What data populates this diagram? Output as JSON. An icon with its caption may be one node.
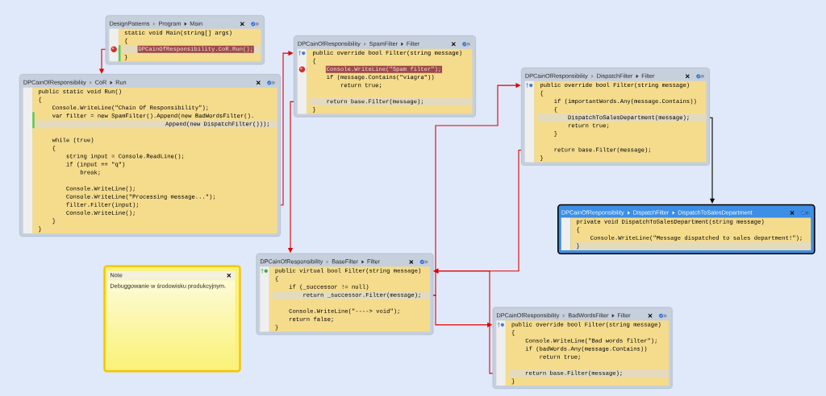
{
  "diagram": {
    "nodes": [
      {
        "text": [
          "DesignPatterns",
          "Program",
          "Main",
          "static void Main(string[] args)",
          "{",
          "DPCainOfResponsibility.CoR.Run();",
          "}"
        ]
      },
      {
        "text": [
          "DPCainOfResponsibility",
          "CoR",
          "Run",
          "public static void Run()",
          "{",
          "Console.WriteLine(\"Chain Of Responsibility\");",
          "var filter = new SpamFilter().Append(new BadWordsFilter().",
          "Append(new DispatchFilter()));",
          "while (true)",
          "{",
          "string input = Console.ReadLine();",
          "if (input == \"q\")",
          "break;",
          "Console.WriteLine();",
          "Console.WriteLine(\"Processing message...\");",
          "filter.Filter(input);",
          "Console.WriteLine();",
          "}",
          "}"
        ]
      },
      {
        "text": [
          "DPCainOfResponsibility",
          "SpamFilter",
          "Filter",
          "public override bool Filter(string message)",
          "{",
          "Console.WriteLine(\"Spam filter\");",
          "if (message.Contains(\"viagra\"))",
          "return true;",
          "return base.Filter(message);",
          "}"
        ]
      },
      {
        "text": [
          "DPCainOfResponsibility",
          "DispatchFilter",
          "Filter",
          "public override bool Filter(string message)",
          "{",
          "if (importantWords.Any(message.Contains))",
          "{",
          "DispatchToSalesDepartment(message);",
          "return true;",
          "}",
          "return base.Filter(message);",
          "}"
        ]
      },
      {
        "text": [
          "DPCainOfResponsibility",
          "DispatchFilter",
          "DispatchToSalesDepartment",
          "private void DispatchToSalesDepartment(string message)",
          "{",
          "Console.WriteLine(\"Message dispatched to sales department!\");",
          "}"
        ]
      },
      {
        "text": [
          "Note",
          "Debuggowanie w środowisku produkcyjnym."
        ]
      },
      {
        "text": [
          "DPCainOfResponsibility",
          "BaseFilter",
          "Filter",
          "public virtual bool Filter(string message)",
          "{",
          "if (_successor != null)",
          "return _successor.Filter(message);",
          "Console.WriteLine(\"----> void\");",
          "return false;",
          "}"
        ]
      },
      {
        "text": [
          "DPCainOfResponsibility",
          "BadWordsFilter",
          "Filter",
          "public override bool Filter(string message)",
          "{",
          "Console.WriteLine(\"Bad words filter\");",
          "if (badWords.Any(message.Contains))",
          "return true;",
          "return base.Filter(message);",
          "}"
        ]
      }
    ],
    "edges": [
      {
        "from": 0,
        "to": 1,
        "arrow": "to"
      },
      {
        "from": 1,
        "to": 2,
        "arrow": "to"
      },
      {
        "from": 2,
        "to": 6,
        "arrow": "to"
      },
      {
        "from": 6,
        "to": 3,
        "arrow": "to"
      },
      {
        "from": 6,
        "to": 7,
        "arrow": "to"
      },
      {
        "from": 3,
        "to": 6,
        "arrow": "to"
      },
      {
        "from": 7,
        "to": 6,
        "arrow": "to"
      },
      {
        "from": 3,
        "to": 4,
        "arrow": "to",
        "color": "#000000"
      }
    ]
  }
}
